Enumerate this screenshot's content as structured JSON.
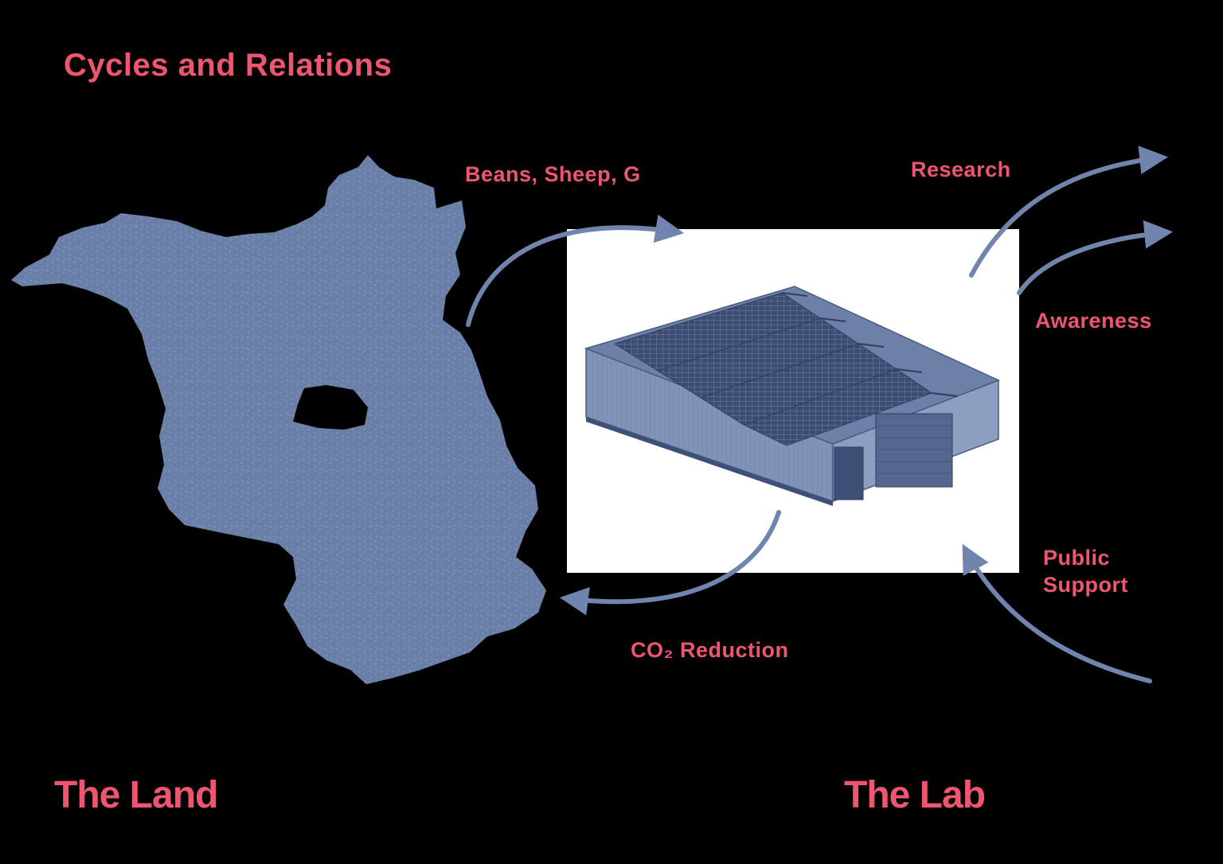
{
  "title": "Cycles and Relations",
  "flows": {
    "to_lab": "Beans, Sheep, G",
    "research": "Research",
    "awareness": "Awareness",
    "public_support": "Public Support",
    "to_land": "CO₂ Reduction"
  },
  "places": {
    "land": "The Land",
    "lab": "The Lab"
  },
  "colors": {
    "accent": "#ee5670",
    "map_fill": "#6a7fa8",
    "arrow": "#7084ad",
    "background": "#000000",
    "lab_panel": "#ffffff"
  }
}
